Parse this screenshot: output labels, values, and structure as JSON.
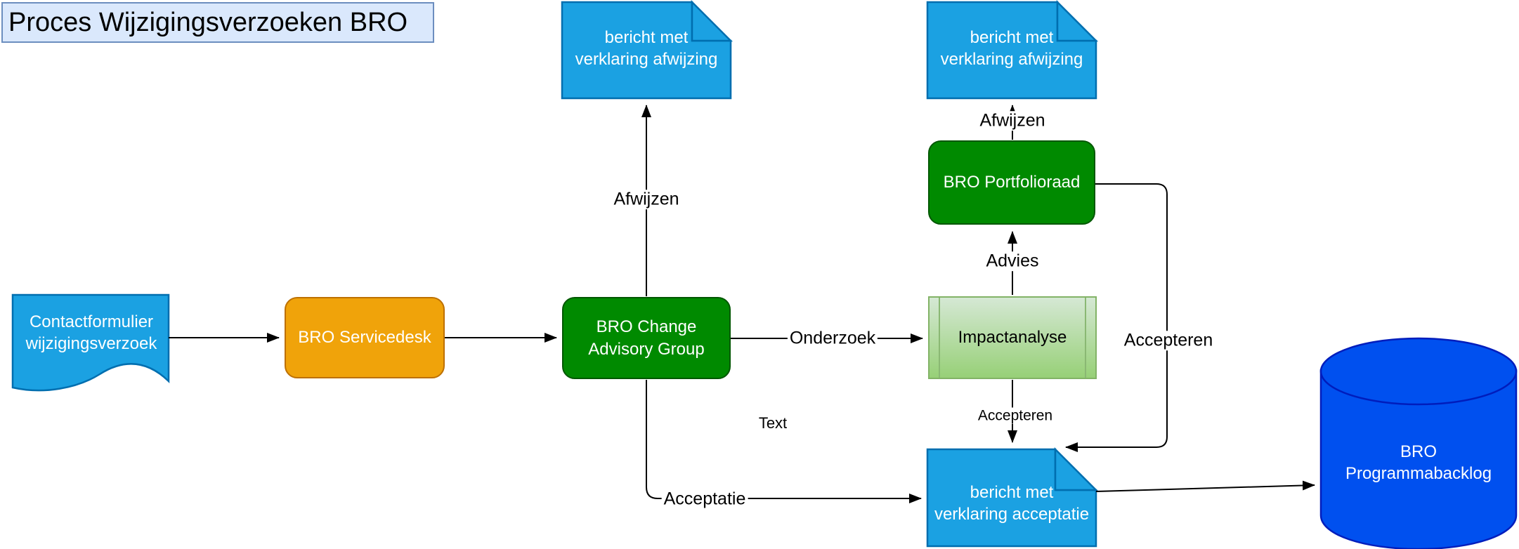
{
  "title": "Proces Wijzigingsverzoeken BRO",
  "colors": {
    "title_fill": "#dae8fc",
    "title_border": "#6c8ebf",
    "document_blue_fill": "#1ba1e2",
    "document_blue_border": "#006eaf",
    "orange_fill": "#f0a30a",
    "orange_border": "#bd7000",
    "green_fill": "#008a00",
    "green_border": "#005700",
    "process_green_top": "#d5e8d4",
    "process_green_bottom": "#97d077",
    "process_green_border": "#82b366",
    "database_fill": "#0050ef",
    "database_border": "#001dbc",
    "connector": "#000000"
  },
  "nodes": {
    "contactformulier": {
      "label": "Contactformulier\nwijzigingsverzoek",
      "shape": "document"
    },
    "servicedesk": {
      "label": "BRO Servicedesk",
      "shape": "rounded-rectangle"
    },
    "change_advisory_group": {
      "label": "BRO Change\nAdvisory Group",
      "shape": "rounded-rectangle"
    },
    "bericht_afwijzing_links": {
      "label": "bericht met\nverklaring afwijzing",
      "shape": "note"
    },
    "bericht_afwijzing_rechts": {
      "label": "bericht met\nverklaring afwijzing",
      "shape": "note"
    },
    "portfolioraad": {
      "label": "BRO Portfolioraad",
      "shape": "rounded-rectangle"
    },
    "impactanalyse": {
      "label": "Impactanalyse",
      "shape": "predefined-process"
    },
    "bericht_acceptatie": {
      "label": "bericht met\nverklaring acceptatie",
      "shape": "note"
    },
    "programmabacklog": {
      "label": "BRO\nProgrammabacklog",
      "shape": "cylinder"
    }
  },
  "edge_labels": {
    "afwijzen_left": "Afwijzen",
    "afwijzen_right": "Afwijzen",
    "onderzoek": "Onderzoek",
    "advies": "Advies",
    "accepteren_right": "Accepteren",
    "accepteren_down": "Accepteren",
    "acceptatie": "Acceptatie",
    "text": "Text"
  }
}
